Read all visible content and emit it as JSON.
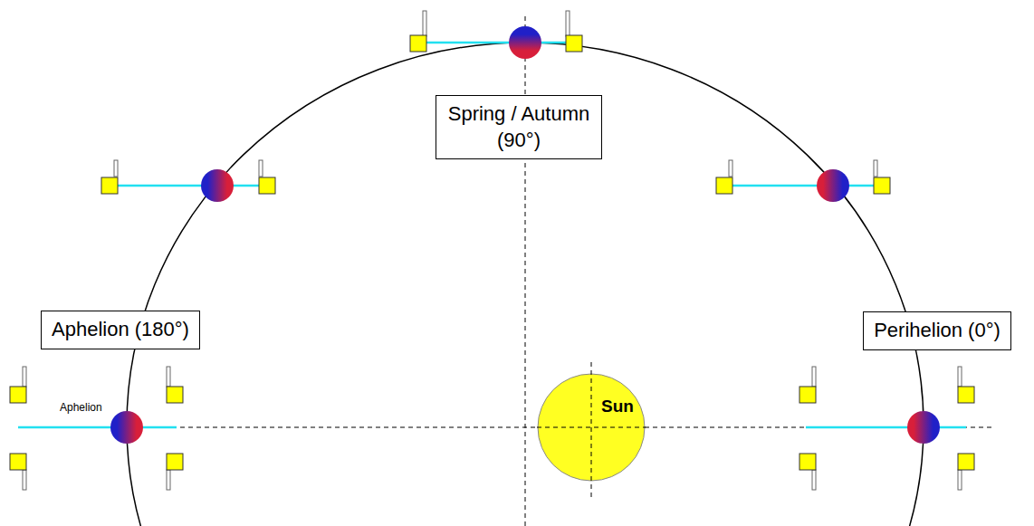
{
  "diagram": {
    "nodes": [
      {
        "text": [
          "Spring / Autumn (90°)"
        ]
      },
      {
        "text": [
          "Aphelion (180°)"
        ]
      },
      {
        "text": [
          "Perihelion (0°)"
        ]
      },
      {
        "text": [
          "Sun"
        ]
      }
    ],
    "labels": [
      "Aphelion"
    ]
  }
}
